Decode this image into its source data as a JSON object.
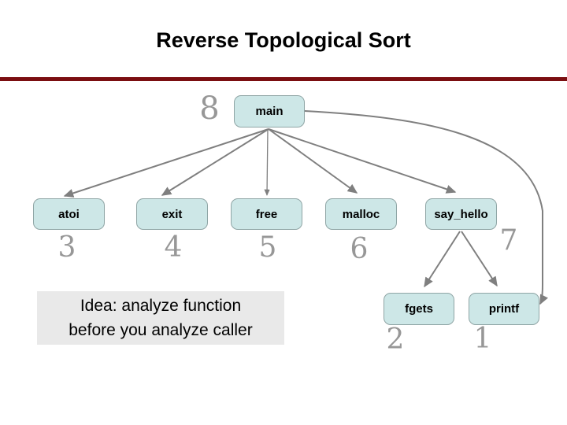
{
  "slide": {
    "title": "Reverse Topological Sort"
  },
  "colors": {
    "accent_rule": "#7b0e11",
    "node_fill": "#cde7e7",
    "node_border": "#8fa5a5",
    "edge": "#7f7f7f",
    "order_number": "#979797",
    "note_background": "#e9e9e9"
  },
  "graph": {
    "nodes": [
      {
        "id": "main",
        "label": "main",
        "order": "8"
      },
      {
        "id": "atoi",
        "label": "atoi",
        "order": "3"
      },
      {
        "id": "exit",
        "label": "exit",
        "order": "4"
      },
      {
        "id": "free",
        "label": "free",
        "order": "5"
      },
      {
        "id": "malloc",
        "label": "malloc",
        "order": "6"
      },
      {
        "id": "say_hello",
        "label": "say_hello",
        "order": "7"
      },
      {
        "id": "fgets",
        "label": "fgets",
        "order": "2"
      },
      {
        "id": "printf",
        "label": "printf",
        "order": "1"
      }
    ],
    "edges": [
      {
        "from": "main",
        "to": "atoi"
      },
      {
        "from": "main",
        "to": "exit"
      },
      {
        "from": "main",
        "to": "free"
      },
      {
        "from": "main",
        "to": "malloc"
      },
      {
        "from": "main",
        "to": "say_hello"
      },
      {
        "from": "main",
        "to": "printf"
      },
      {
        "from": "say_hello",
        "to": "fgets"
      },
      {
        "from": "say_hello",
        "to": "printf"
      }
    ]
  },
  "note": {
    "line1": "Idea: analyze function",
    "line2": "before you analyze caller"
  }
}
